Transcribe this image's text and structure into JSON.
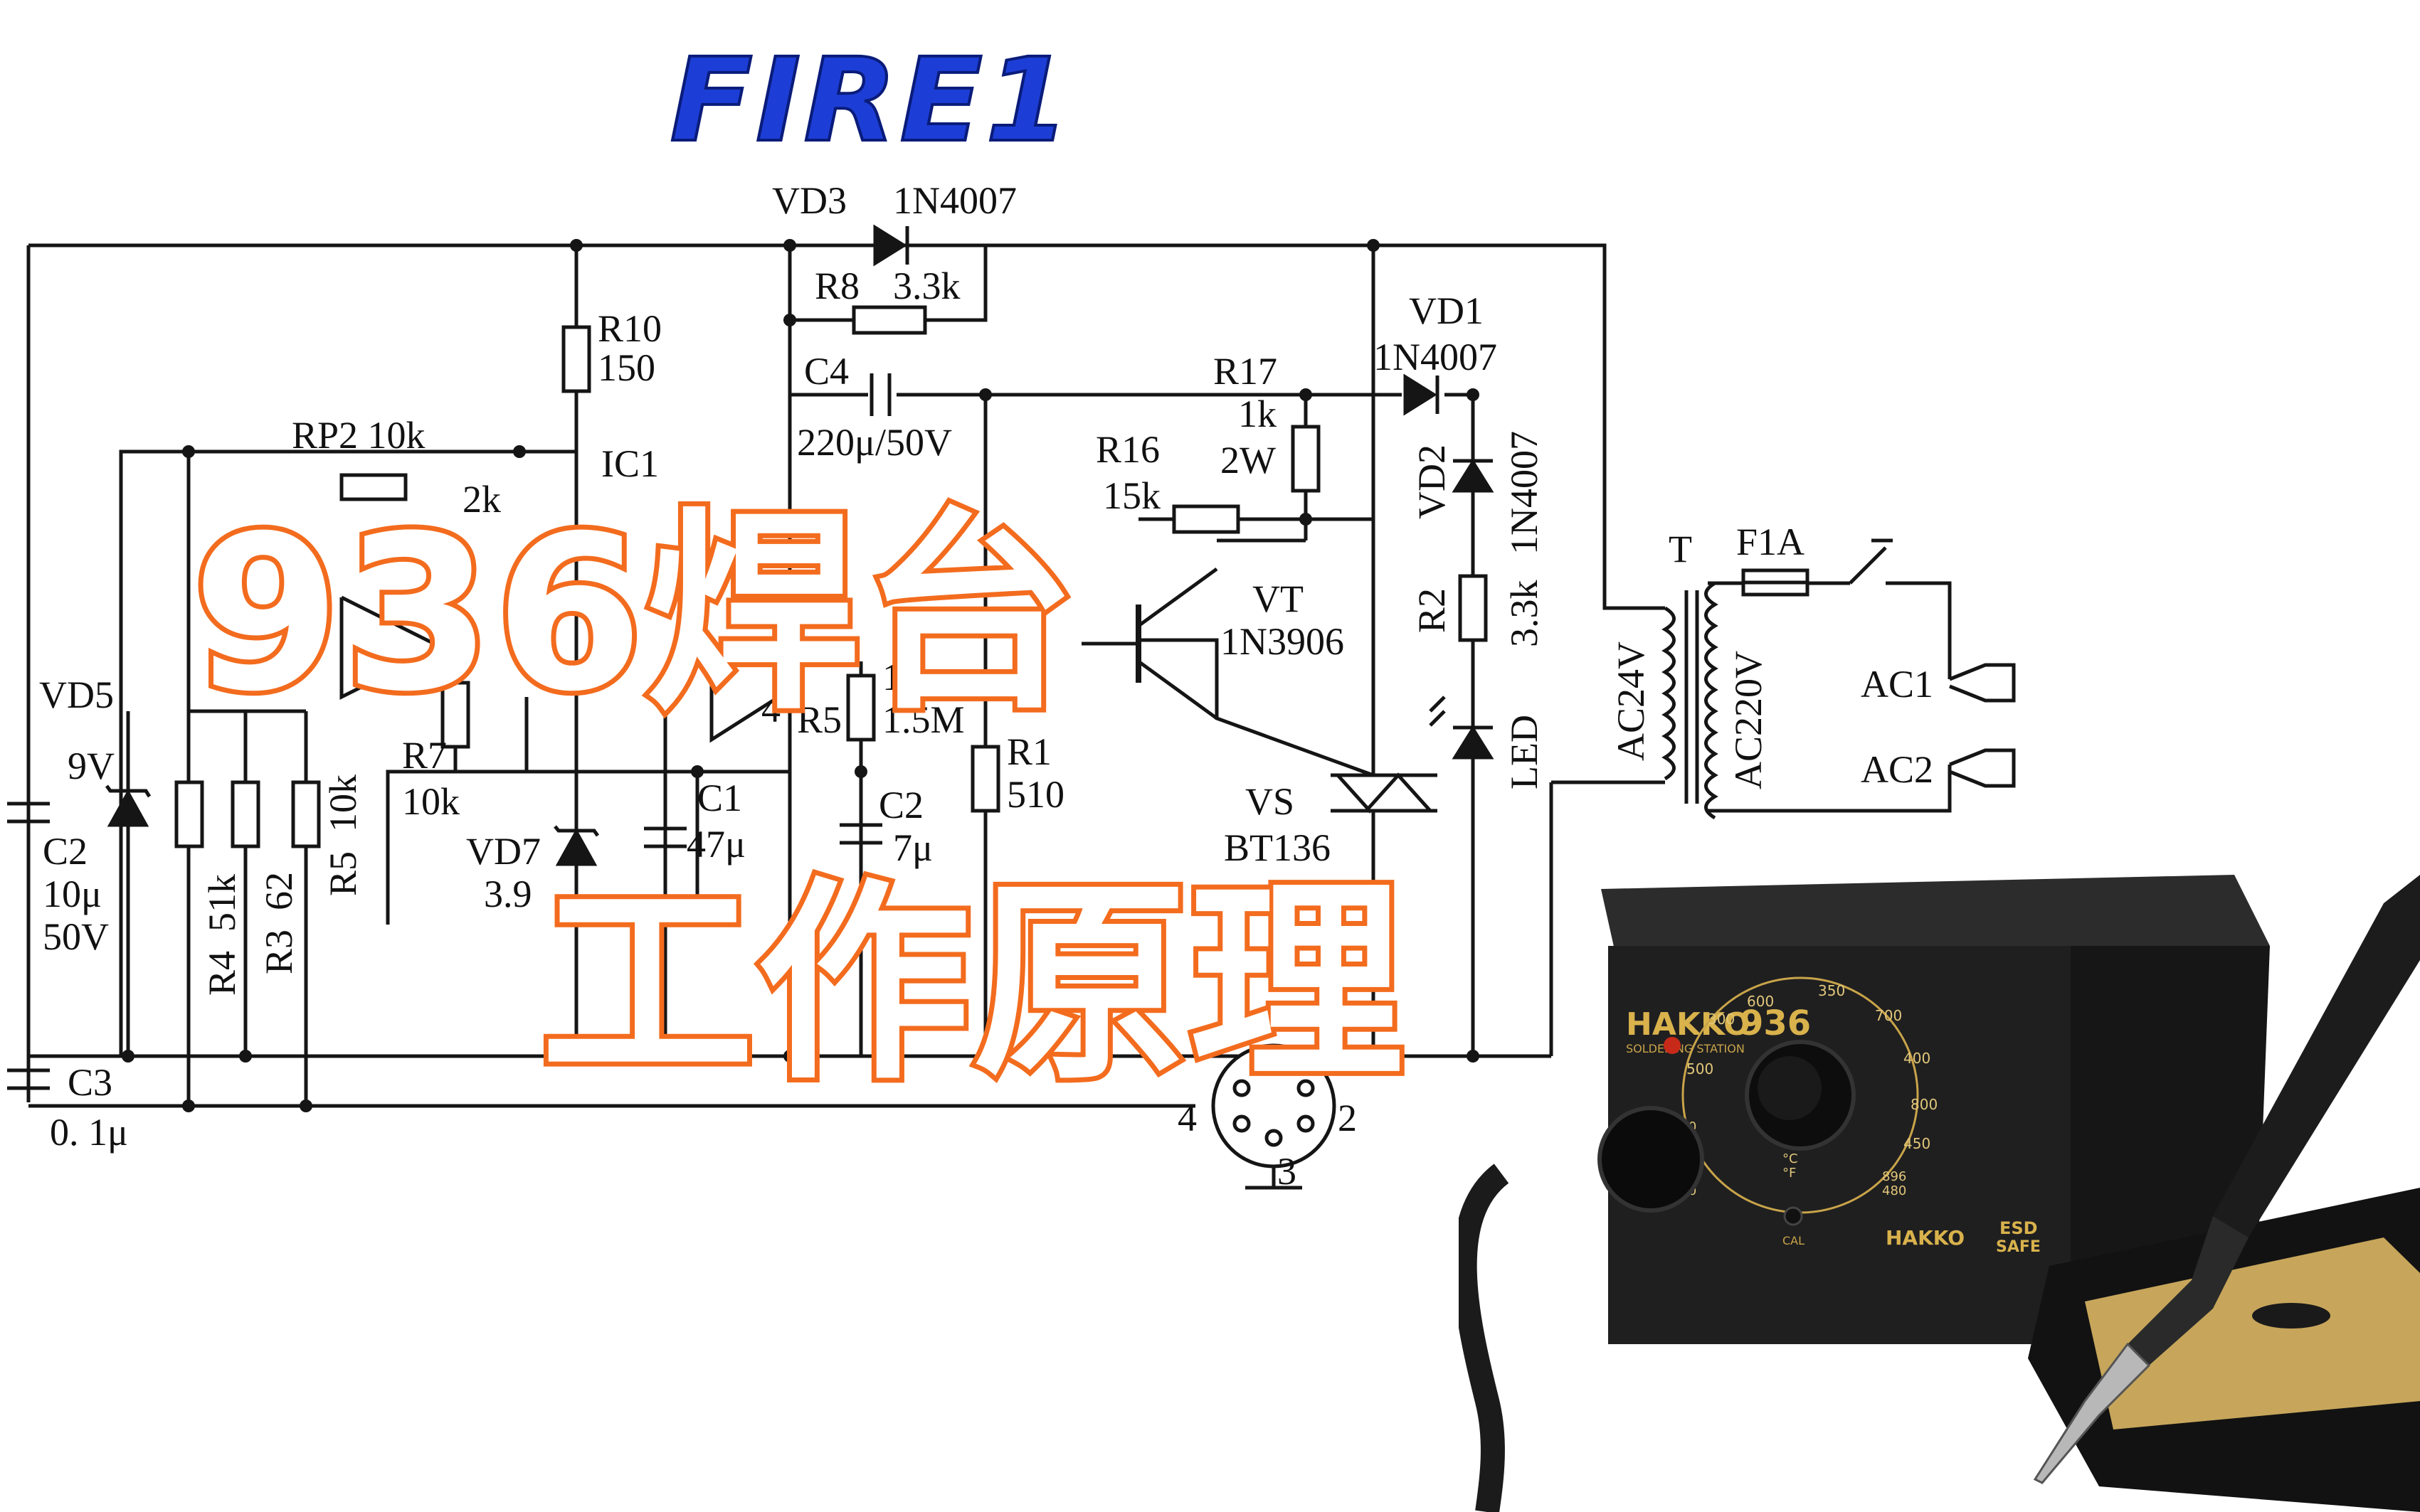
{
  "watermark": "FIRE1",
  "title_line1": "936焊台",
  "title_line2": "工作原理",
  "overlay_color": "#f36c1f",
  "watermark_color": "#1d3ed6",
  "schematic_labels": {
    "vd3": "VD3",
    "vd3_part": "1N4007",
    "r8": "R8",
    "r8_val": "3.3k",
    "r10": "R10",
    "r10_val": "150",
    "c4": "C4",
    "c4_val": "220μ/50V",
    "rp2": "RP2 10k",
    "ic1": "IC1",
    "k2": "2k",
    "r17": "R17",
    "r17_val": "1k",
    "r17_w": "2W",
    "r16": "R16",
    "r16_val": "15k",
    "vd1": "VD1",
    "vd1_part": "1N4007",
    "vd2": "VD2",
    "vd2_part": "1N4007",
    "r2": "R2",
    "r2_val": "3.3k",
    "led": "LED",
    "vt": "VT",
    "vt_part": "1N3906",
    "vs": "VS",
    "vs_part": "BT136",
    "t": "T",
    "f1a": "F1A",
    "ac24": "AC24V",
    "ac220": "AC220V",
    "ac1": "AC1",
    "ac2": "AC2",
    "vd5": "VD5",
    "vd5_val": "9V",
    "c2": "C2",
    "c2_v1": "10μ",
    "c2_v2": "50V",
    "c3": "C3",
    "c3_val": "0. 1μ",
    "r4": "R4",
    "r4_val": "51k",
    "r3": "R3",
    "r3_val": "62",
    "r5a": "R5",
    "r5a_val": "10k",
    "r7": "R7",
    "r7_val": "10k",
    "vd7": "VD7",
    "vd7_val": "3.9",
    "c1": "C1",
    "c1_val": "47μ",
    "c2b": "C2",
    "c2b_val": "7μ",
    "r5": "R5",
    "r5_val": "1.5M",
    "r1": "R1",
    "r1_val": "510",
    "pin4": "4",
    "pin4b": "4",
    "pin2": "2",
    "pin3": "3",
    "frag_13": "13"
  },
  "station": {
    "brand": "HAKKO",
    "model": "936",
    "sub": "SOLDERING STATION",
    "cal": "CAL",
    "degc": "°C",
    "degf": "°F",
    "esd": "ESD",
    "safe": "SAFE",
    "footer_brand": "HAKKO",
    "dial": [
      "200",
      "250",
      "300",
      "350",
      "400",
      "450",
      "480",
      "500",
      "600",
      "700",
      "800",
      "896",
      "392"
    ]
  }
}
